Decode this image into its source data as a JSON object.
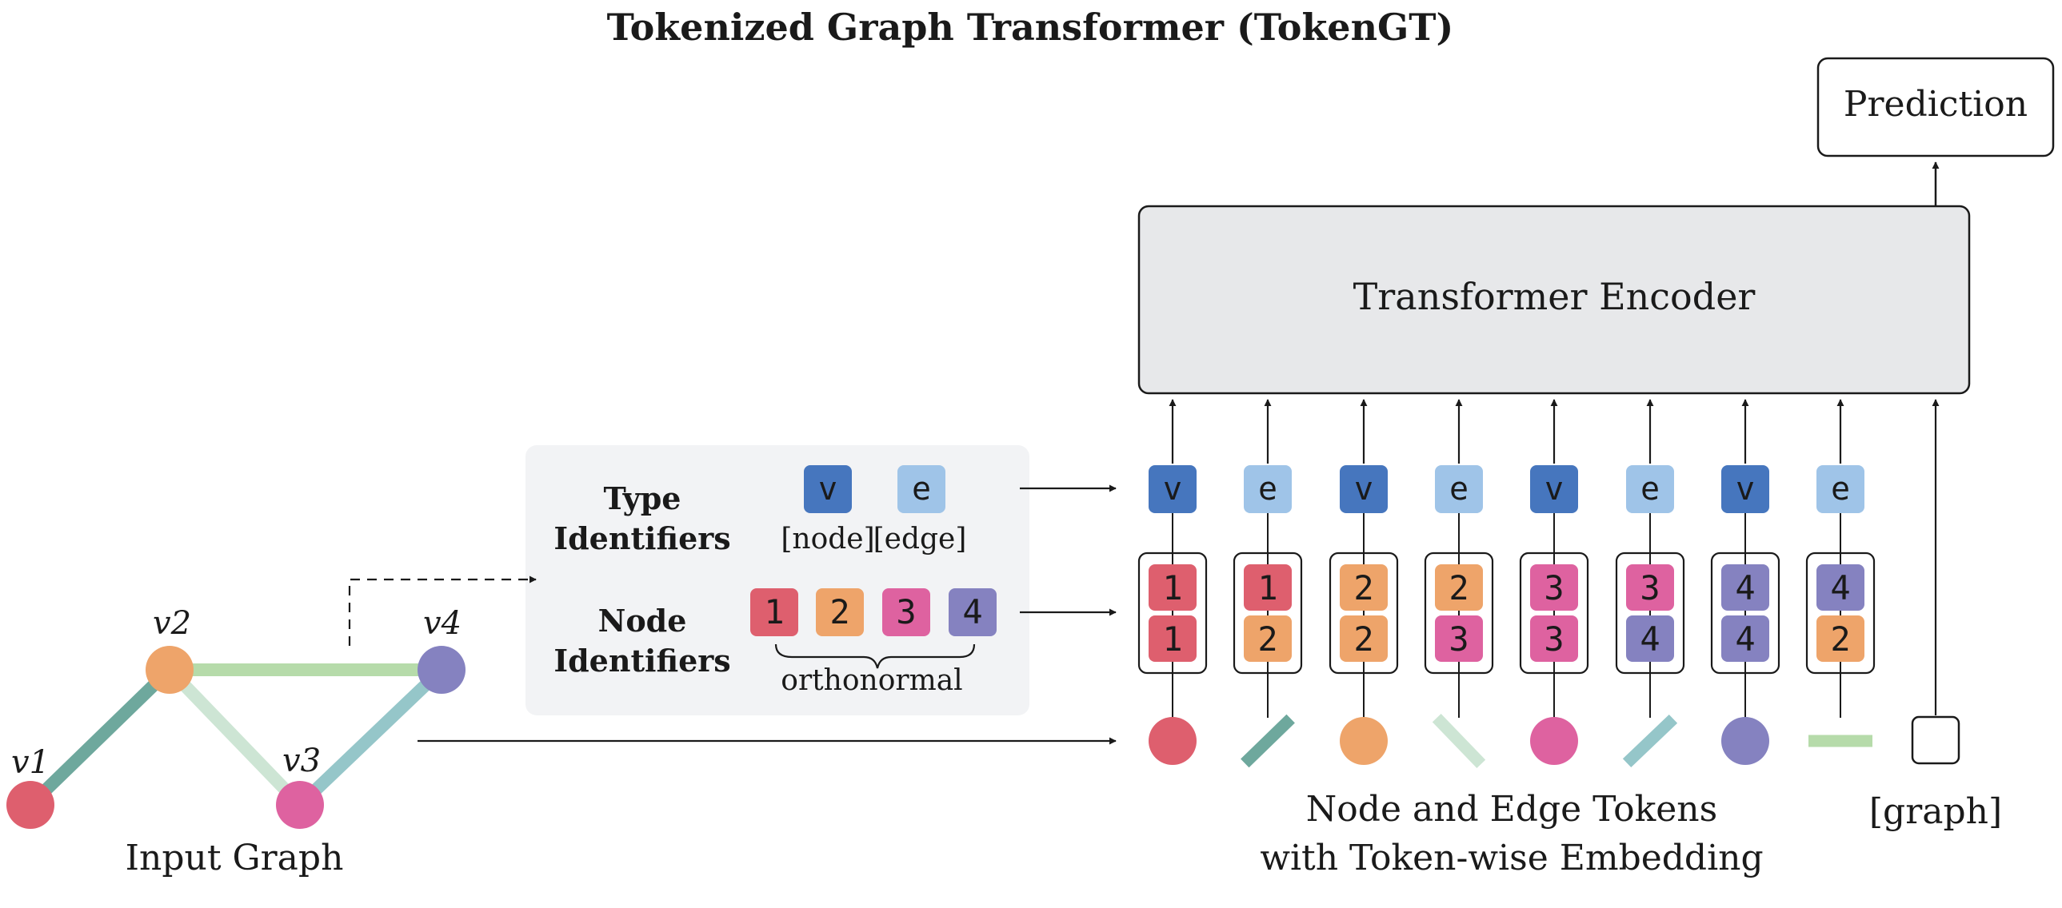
{
  "title": "Tokenized Graph Transformer (TokenGT)",
  "prediction_label": "Prediction",
  "encoder_label": "Transformer Encoder",
  "input_graph": {
    "caption": "Input Graph",
    "nodes": [
      {
        "id": 1,
        "label": "v1",
        "color": "#de5f6e"
      },
      {
        "id": 2,
        "label": "v2",
        "color": "#eea46a"
      },
      {
        "id": 3,
        "label": "v3",
        "color": "#de62a0"
      },
      {
        "id": 4,
        "label": "v4",
        "color": "#8582c0"
      }
    ],
    "edges": [
      {
        "from": 1,
        "to": 2,
        "color": "#6ea89d"
      },
      {
        "from": 2,
        "to": 3,
        "color": "#cde5d4"
      },
      {
        "from": 2,
        "to": 4,
        "color": "#b6dbaa"
      },
      {
        "from": 3,
        "to": 4,
        "color": "#95c6c9"
      }
    ]
  },
  "identifiers": {
    "type_heading_1": "Type",
    "type_heading_2": "Identifiers",
    "node_heading_1": "Node",
    "node_heading_2": "Identifiers",
    "type_chips": [
      "v",
      "e"
    ],
    "type_captions": [
      "[node]",
      "[edge]"
    ],
    "node_chips": [
      "1",
      "2",
      "3",
      "4"
    ],
    "orthonormal_label": "orthonormal"
  },
  "tokens": [
    {
      "kind": "node",
      "type_letter": "v",
      "ids": [
        "1",
        "1"
      ]
    },
    {
      "kind": "edge",
      "type_letter": "e",
      "ids": [
        "1",
        "2"
      ]
    },
    {
      "kind": "node",
      "type_letter": "v",
      "ids": [
        "2",
        "2"
      ]
    },
    {
      "kind": "edge",
      "type_letter": "e",
      "ids": [
        "2",
        "3"
      ]
    },
    {
      "kind": "node",
      "type_letter": "v",
      "ids": [
        "3",
        "3"
      ]
    },
    {
      "kind": "edge",
      "type_letter": "e",
      "ids": [
        "3",
        "4"
      ]
    },
    {
      "kind": "node",
      "type_letter": "v",
      "ids": [
        "4",
        "4"
      ]
    },
    {
      "kind": "edge",
      "type_letter": "e",
      "ids": [
        "4",
        "2"
      ]
    }
  ],
  "graph_token_label": "[graph]",
  "tokens_caption_1": "Node and Edge Tokens",
  "tokens_caption_2": "with Token-wise Embedding",
  "colors": {
    "type_node": "#4676be",
    "type_edge": "#9fc4e8",
    "identifier_panel": "#f2f3f5",
    "encoder_fill": "#e7e8ea",
    "id_1": "#de5f6e",
    "id_2": "#eea46a",
    "id_3": "#de62a0",
    "id_4": "#8582c0"
  }
}
